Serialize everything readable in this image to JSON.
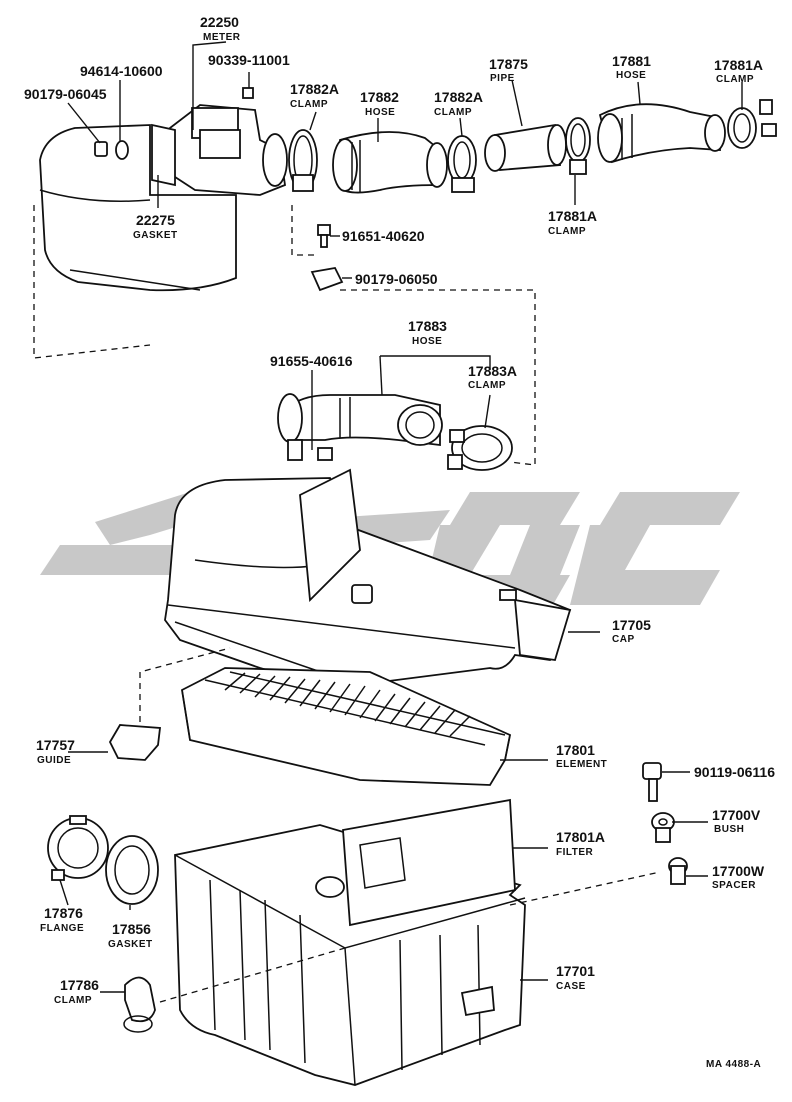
{
  "diagram": {
    "reference_code": "MA 4488-A",
    "parts": {
      "meter": {
        "number": "22250",
        "name": "METER"
      },
      "screw_90339": {
        "number": "90339-11001"
      },
      "bolt_94614": {
        "number": "94614-10600"
      },
      "nut_90179_06045": {
        "number": "90179-06045"
      },
      "gasket_22275": {
        "number": "22275",
        "name": "GASKET"
      },
      "clamp_17882a_1": {
        "number": "17882A",
        "name": "CLAMP"
      },
      "hose_17882": {
        "number": "17882",
        "name": "HOSE"
      },
      "clamp_17882a_2": {
        "number": "17882A",
        "name": "CLAMP"
      },
      "pipe_17875": {
        "number": "17875",
        "name": "PIPE"
      },
      "hose_17881": {
        "number": "17881",
        "name": "HOSE"
      },
      "clamp_17881a_1": {
        "number": "17881A",
        "name": "CLAMP"
      },
      "clamp_17881a_2": {
        "number": "17881A",
        "name": "CLAMP"
      },
      "bolt_91651": {
        "number": "91651-40620"
      },
      "nut_90179_06050": {
        "number": "90179-06050"
      },
      "hose_17883": {
        "number": "17883",
        "name": "HOSE"
      },
      "bolt_91655": {
        "number": "91655-40616"
      },
      "clamp_17883a": {
        "number": "17883A",
        "name": "CLAMP"
      },
      "cap_17705": {
        "number": "17705",
        "name": "CAP"
      },
      "guide_17757": {
        "number": "17757",
        "name": "GUIDE"
      },
      "element_17801": {
        "number": "17801",
        "name": "ELEMENT"
      },
      "bolt_90119": {
        "number": "90119-06116"
      },
      "bush_17700v": {
        "number": "17700V",
        "name": "BUSH"
      },
      "filter_17801a": {
        "number": "17801A",
        "name": "FILTER"
      },
      "spacer_17700w": {
        "number": "17700W",
        "name": "SPACER"
      },
      "flange_17876": {
        "number": "17876",
        "name": "FLANGE"
      },
      "gasket_17856": {
        "number": "17856",
        "name": "GASKET"
      },
      "case_17701": {
        "number": "17701",
        "name": "CASE"
      },
      "clamp_17786": {
        "number": "17786",
        "name": "CLAMP"
      }
    }
  }
}
